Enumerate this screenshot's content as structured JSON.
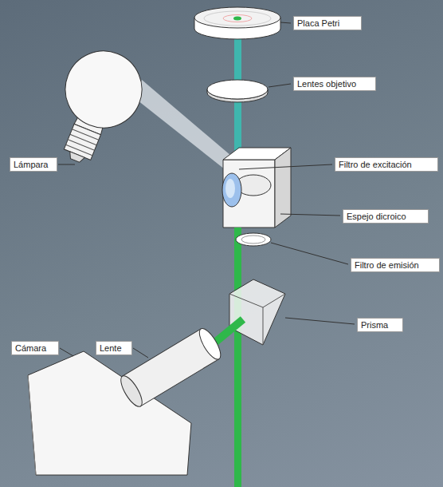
{
  "diagram": {
    "nodes": [
      {
        "text": [
          "Placa Petri"
        ]
      },
      {
        "text": [
          "Lentes objetivo"
        ]
      },
      {
        "text": [
          "Lámpara"
        ]
      },
      {
        "text": [
          "Filtro de excitación"
        ]
      },
      {
        "text": [
          "Espejo dicroico"
        ]
      },
      {
        "text": [
          "Filtro de emisión"
        ]
      },
      {
        "text": [
          "Prisma"
        ]
      },
      {
        "text": [
          "Cámara"
        ]
      },
      {
        "text": [
          "Lente"
        ]
      }
    ]
  }
}
